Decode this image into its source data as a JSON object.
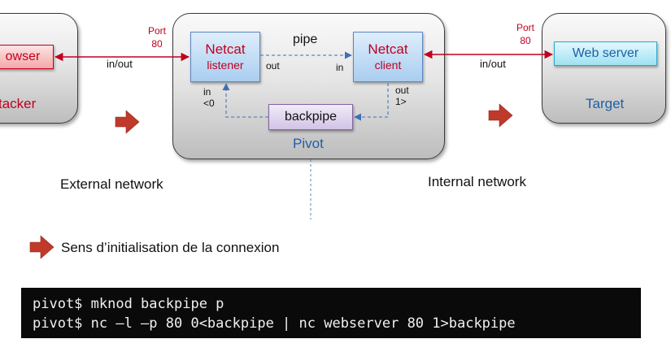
{
  "attacker": {
    "browser_label": "owser",
    "panel_label": "tacker"
  },
  "pivot": {
    "panel_label": "Pivot",
    "pipe_label": "pipe",
    "listener": {
      "line1": "Netcat",
      "line2": "listener"
    },
    "client": {
      "line1": "Netcat",
      "line2": "client"
    },
    "backpipe_label": "backpipe",
    "out_left": "out",
    "in_right": "in",
    "in_lt": "in\n<0",
    "out_gt": "out\n1>"
  },
  "target": {
    "webserver_label": "Web server",
    "panel_label": "Target"
  },
  "ports": {
    "left": "Port\n80",
    "right": "Port\n80"
  },
  "links": {
    "left_inout": "in/out",
    "right_inout": "in/out"
  },
  "networks": {
    "external": "External network",
    "internal": "Internal network"
  },
  "legend": {
    "text": "Sens d’initialisation de la connexion"
  },
  "terminal": {
    "line1": "pivot$ mknod backpipe p",
    "line2": "pivot$ nc –l –p 80 0<backpipe | nc webserver 80 1>backpipe"
  },
  "colors": {
    "red_text": "#c0001f",
    "blue_text": "#1f5fa8",
    "arrow_red": "#c0392b",
    "dashed_blue": "#5b86c2"
  }
}
